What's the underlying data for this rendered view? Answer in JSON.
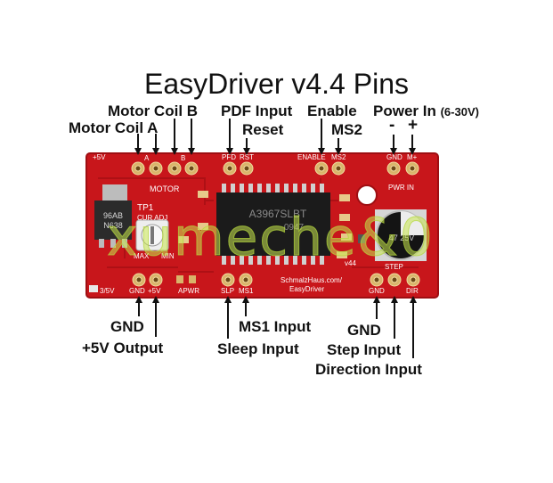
{
  "title": "EasyDriver v4.4 Pins",
  "labels": {
    "motor_coil_a": "Motor Coil A",
    "motor_coil_b": "Motor Coil B",
    "pdf_input": "PDF Input",
    "reset": "Reset",
    "enable": "Enable",
    "ms2": "MS2",
    "power_in": "Power In",
    "power_in_range": "(6-30V)",
    "minus": "-",
    "plus": "+",
    "gnd_left": "GND",
    "plus5v_output": "+5V Output",
    "ms1_input": "MS1 Input",
    "sleep_input": "Sleep Input",
    "gnd_right": "GND",
    "step_input": "Step Input",
    "direction_input": "Direction Input"
  },
  "board": {
    "silkscreen": {
      "plus5v_top": "+5V",
      "a": "A",
      "b": "B",
      "motor": "MOTOR",
      "pfd": "PFD",
      "rst": "RST",
      "enable": "ENABLE",
      "ms2": "MS2",
      "gnd_top": "GND",
      "m_plus": "M+",
      "pwr_in": "PWR IN",
      "tp1": "TP1",
      "cur_adj": "CUR ADJ",
      "max": "MAX",
      "min": "MIN",
      "v44": "v44",
      "step": "STEP",
      "three_five": "3/5V",
      "gnd_bottom": "GND",
      "plus5_bottom": "+5V",
      "apwr": "APWR",
      "slp": "SLP",
      "ms1": "MS1",
      "url": "SchmalzHaus.com/",
      "product": "EasyDriver",
      "gnd_bottom_right": "GND",
      "dir": "DIR"
    },
    "chip_text": "A3967SLBT",
    "chip_sub": "0947",
    "regulator_text": "96AB",
    "regulator_sub": "N638",
    "capacitor_text": "47 25V"
  },
  "watermark": "xumeche&0",
  "colors": {
    "pcb": "#c8161b",
    "pcb_dark": "#9e0e12",
    "silk": "#ffffff",
    "gold": "#d9b46a",
    "chip": "#1b1b1b",
    "text": "#111111"
  }
}
